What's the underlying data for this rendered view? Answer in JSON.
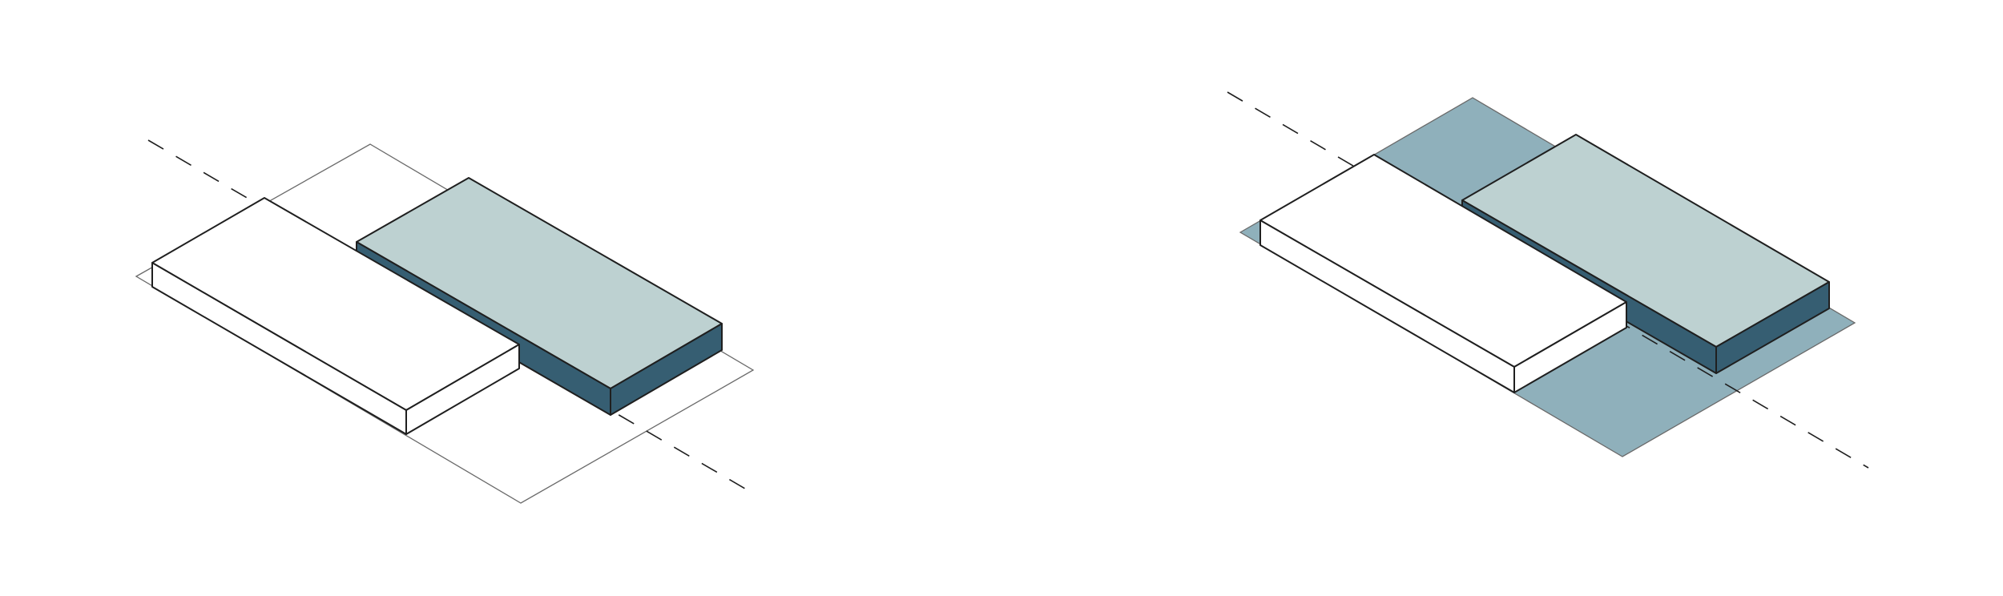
{
  "colors": {
    "background": "#ffffff",
    "outline": "#1f1f1f",
    "site_outline": "#6a6a6a",
    "site_fill_left": "none",
    "site_fill_right": "#8fb0bb",
    "block_white_top": "#ffffff",
    "block_white_side": "#ffffff",
    "block_teal_top": "#bdd1d1",
    "block_teal_side": "#365e72",
    "axis_line": "#1f1f1f"
  },
  "diagrams": [
    {
      "id": "left",
      "site_filled": false,
      "elements": [
        "site-plate",
        "axis-line",
        "white-block",
        "teal-block"
      ]
    },
    {
      "id": "right",
      "site_filled": true,
      "elements": [
        "site-plate",
        "axis-line",
        "white-block",
        "teal-block"
      ]
    }
  ]
}
